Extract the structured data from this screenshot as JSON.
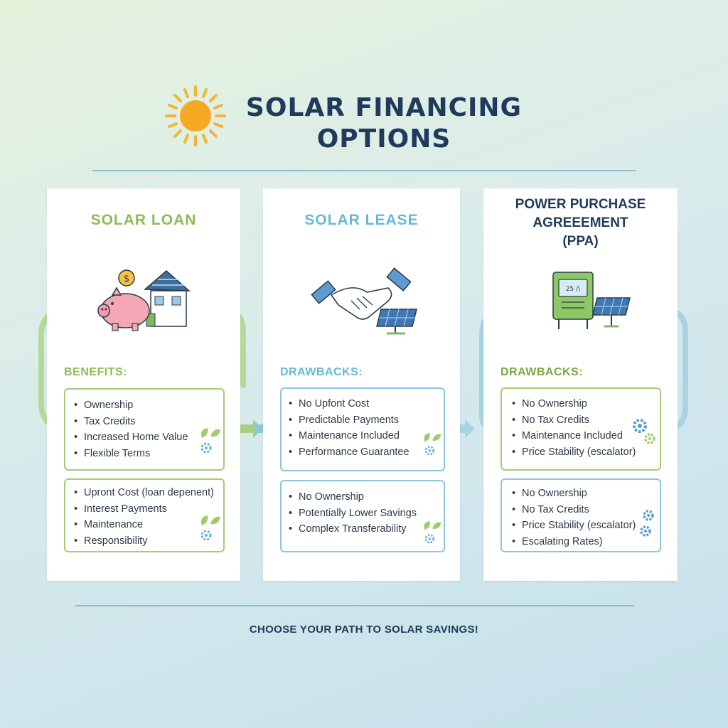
{
  "header": {
    "title_line1": "SOLAR FINANCING",
    "title_line2": "OPTIONS",
    "icon": "sun-icon"
  },
  "panels": [
    {
      "title_lines": [
        "SOLAR LOAN"
      ],
      "illustration": "piggy-bank-house-icon",
      "section_label": "BENEFITS:",
      "box1": [
        "Ownership",
        "Tax Credits",
        "Increased Home Value",
        "Flexible Terms"
      ],
      "box2": [
        "Upront Cost (loan depenent)",
        "Interest Payments",
        "Maintenance",
        "Responsibility"
      ],
      "accent": "#8fbb58"
    },
    {
      "title_lines": [
        "SOLAR LEASE"
      ],
      "illustration": "handshake-solar-panel-icon",
      "section_label": "DRAWBACKS:",
      "box1": [
        "No Upfont Cost",
        "Predictable Payments",
        "Maintenance Included",
        "Performance Guarantee"
      ],
      "box2": [
        "No Ownership",
        "Potentially Lower Savings",
        "Complex Transferability"
      ],
      "accent": "#69b8d5"
    },
    {
      "title_lines": [
        "POWER PURCHASE",
        "AGREEEMENT",
        "(PPA)"
      ],
      "illustration": "meter-solar-panel-icon",
      "section_label": "DRAWBACKS:",
      "box1": [
        "No Ownership",
        "No Tax Credits",
        "Maintenance Included",
        "Price Stability (escalator)"
      ],
      "box2": [
        "No Ownership",
        "No Tax Credits",
        "Price Stability (escalator)",
        "Escalating Rates)"
      ],
      "accent": "#1f3a5a"
    }
  ],
  "meter_screen_text": "25 /\\",
  "footer": "CHOOSE YOUR PATH TO SOLAR SAVINGS!",
  "colors": {
    "green": "#8fbb58",
    "blue": "#69b8d5",
    "navy": "#1f3a5a",
    "text": "#2d3a48"
  }
}
